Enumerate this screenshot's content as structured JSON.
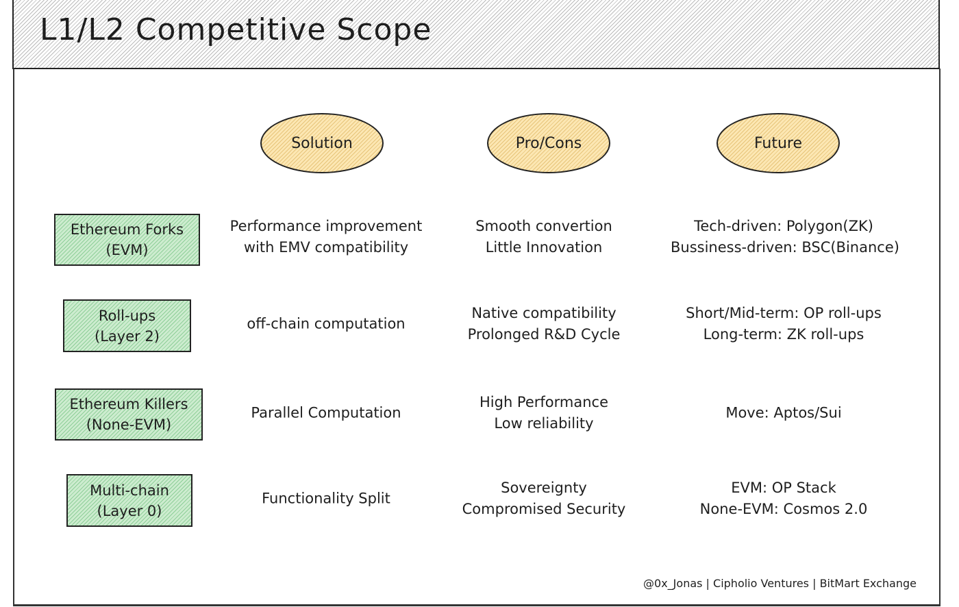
{
  "title": "L1/L2 Competitive Scope",
  "columns": [
    "Solution",
    "Pro/Cons",
    "Future"
  ],
  "rows": [
    {
      "category": [
        "Ethereum Forks",
        "(EVM)"
      ],
      "solution": [
        "Performance improvement",
        "with EMV compatibility"
      ],
      "procons": [
        "Smooth convertion",
        "Little Innovation"
      ],
      "future": [
        "Tech-driven: Polygon(ZK)",
        "Bussiness-driven: BSC(Binance)"
      ]
    },
    {
      "category": [
        "Roll-ups",
        "(Layer 2)"
      ],
      "solution": [
        "off-chain computation"
      ],
      "procons": [
        "Native compatibility",
        "Prolonged R&D Cycle"
      ],
      "future": [
        "Short/Mid-term: OP roll-ups",
        "Long-term: ZK roll-ups"
      ]
    },
    {
      "category": [
        "Ethereum Killers",
        "(None-EVM)"
      ],
      "solution": [
        "Parallel Computation"
      ],
      "procons": [
        "High Performance",
        "Low reliability"
      ],
      "future": [
        "Move: Aptos/Sui"
      ]
    },
    {
      "category": [
        "Multi-chain",
        "(Layer 0)"
      ],
      "solution": [
        "Functionality Split"
      ],
      "procons": [
        "Sovereignty",
        "Compromised Security"
      ],
      "future": [
        "EVM: OP Stack",
        "None-EVM: Cosmos 2.0"
      ]
    }
  ],
  "credit": "@0x_Jonas | Cipholio Ventures | BitMart Exchange",
  "colors": {
    "header_hatch": "#bbbbbb",
    "ellipse": "#fce7b3",
    "box": "#b2f2bb"
  }
}
